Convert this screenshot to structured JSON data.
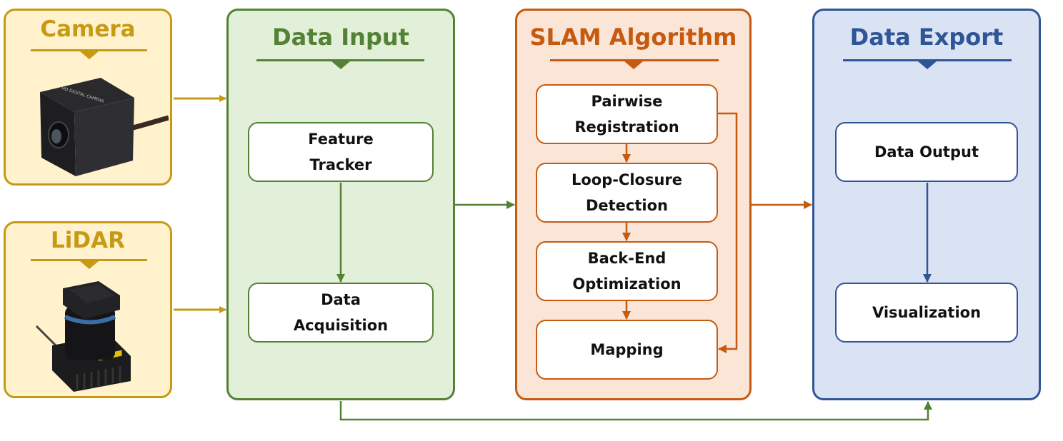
{
  "colors": {
    "sensor": "#c89a14",
    "sensor_bg": "#fff2cc",
    "input": "#548235",
    "input_bg": "#e2efd9",
    "slam": "#c55a11",
    "slam_bg": "#fbe5d6",
    "export": "#2f5597",
    "export_bg": "#dae3f3"
  },
  "sensors": [
    {
      "title": "Camera",
      "image": "camera-image"
    },
    {
      "title": "LiDAR",
      "image": "lidar-image"
    }
  ],
  "data_input": {
    "title": "Data Input",
    "nodes": [
      "Feature\nTracker",
      "Data\nAcquisition"
    ]
  },
  "slam": {
    "title": "SLAM Algorithm",
    "nodes": [
      "Pairwise\nRegistration",
      "Loop-Closure\nDetection",
      "Back-End\nOptimization",
      "Mapping"
    ]
  },
  "data_export": {
    "title": "Data Export",
    "nodes": [
      "Data Output",
      "Visualization"
    ]
  }
}
